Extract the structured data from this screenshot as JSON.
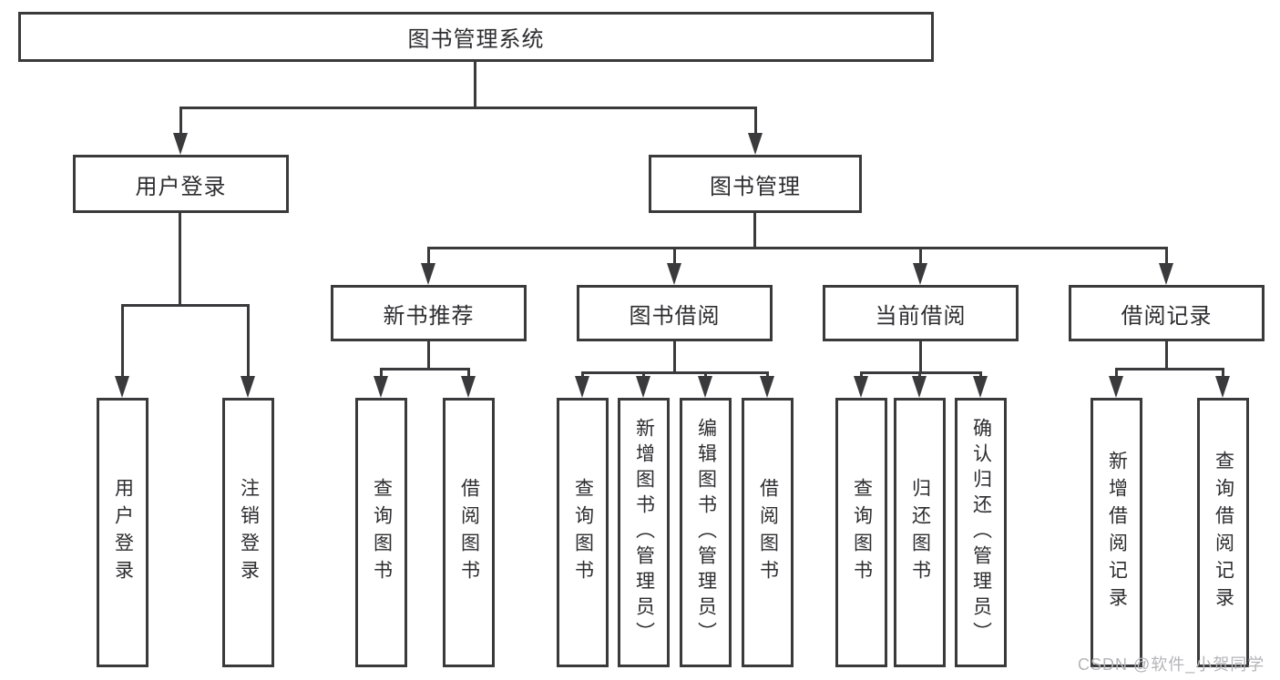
{
  "colors": {
    "line": "#3a3a3c",
    "text": "#2d2d30",
    "watermark": "#b5b5b8",
    "background": "#ffffff"
  },
  "nodes": {
    "root": "图书管理系统",
    "level2": {
      "user_login": "用户登录",
      "book_mgmt": "图书管理"
    },
    "level3": {
      "new_book_rec": "新书推荐",
      "book_borrow": "图书借阅",
      "current_borrow": "当前借阅",
      "borrow_records": "借阅记录"
    },
    "leaves": {
      "user_login": "用户登录",
      "logout": "注销登录",
      "nbr_query_books": "查询图书",
      "nbr_borrow_books": "借阅图书",
      "bb_query_books": "查询图书",
      "bb_add_books_admin": "新增图书（管理员）",
      "bb_edit_books_admin": "编辑图书（管理员）",
      "bb_borrow_books": "借阅图书",
      "cb_query_books": "查询图书",
      "cb_return_books": "归还图书",
      "cb_confirm_return_admin": "确认归还（管理员）",
      "br_add_record": "新增借阅记录",
      "br_query_record": "查询借阅记录"
    }
  },
  "watermark": "CSDN @软件_小贺同学"
}
